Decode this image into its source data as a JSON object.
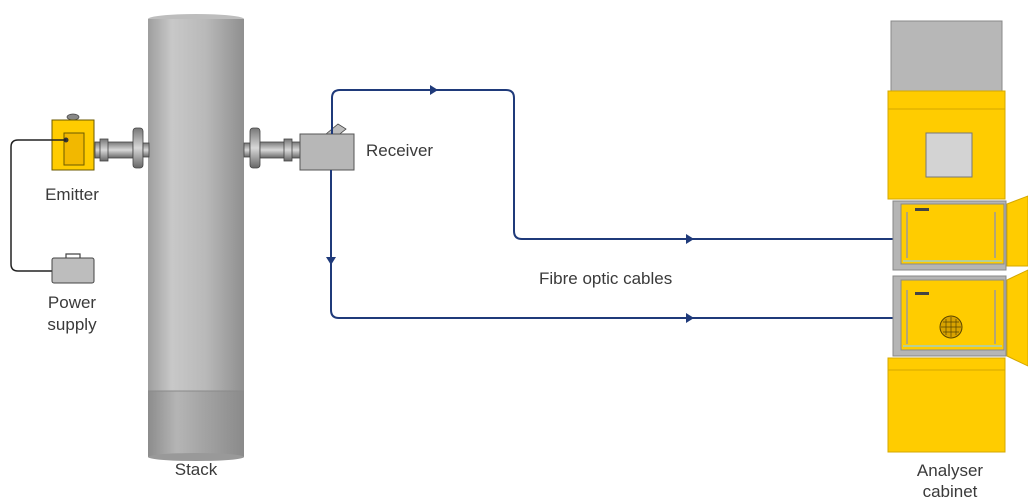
{
  "labels": {
    "emitter": "Emitter",
    "power_supply_line1": "Power",
    "power_supply_line2": "supply",
    "stack": "Stack",
    "receiver": "Receiver",
    "fibre_optic_cables": "Fibre optic cables",
    "analyser_cabinet_line1": "Analyser",
    "analyser_cabinet_line2": "cabinet"
  },
  "colors": {
    "cable": "#1f3a7a",
    "stack": "#b3b3b3",
    "stack_base": "#a8a8a8",
    "cabinet_yellow": "#ffcc00",
    "grey_box": "#b7b7b7",
    "power_line": "#222222"
  },
  "icons": [
    "emitter-icon",
    "power-supply-icon",
    "receiver-icon",
    "flange-icon",
    "arrow-icon",
    "analyser-cabinet-icon"
  ]
}
